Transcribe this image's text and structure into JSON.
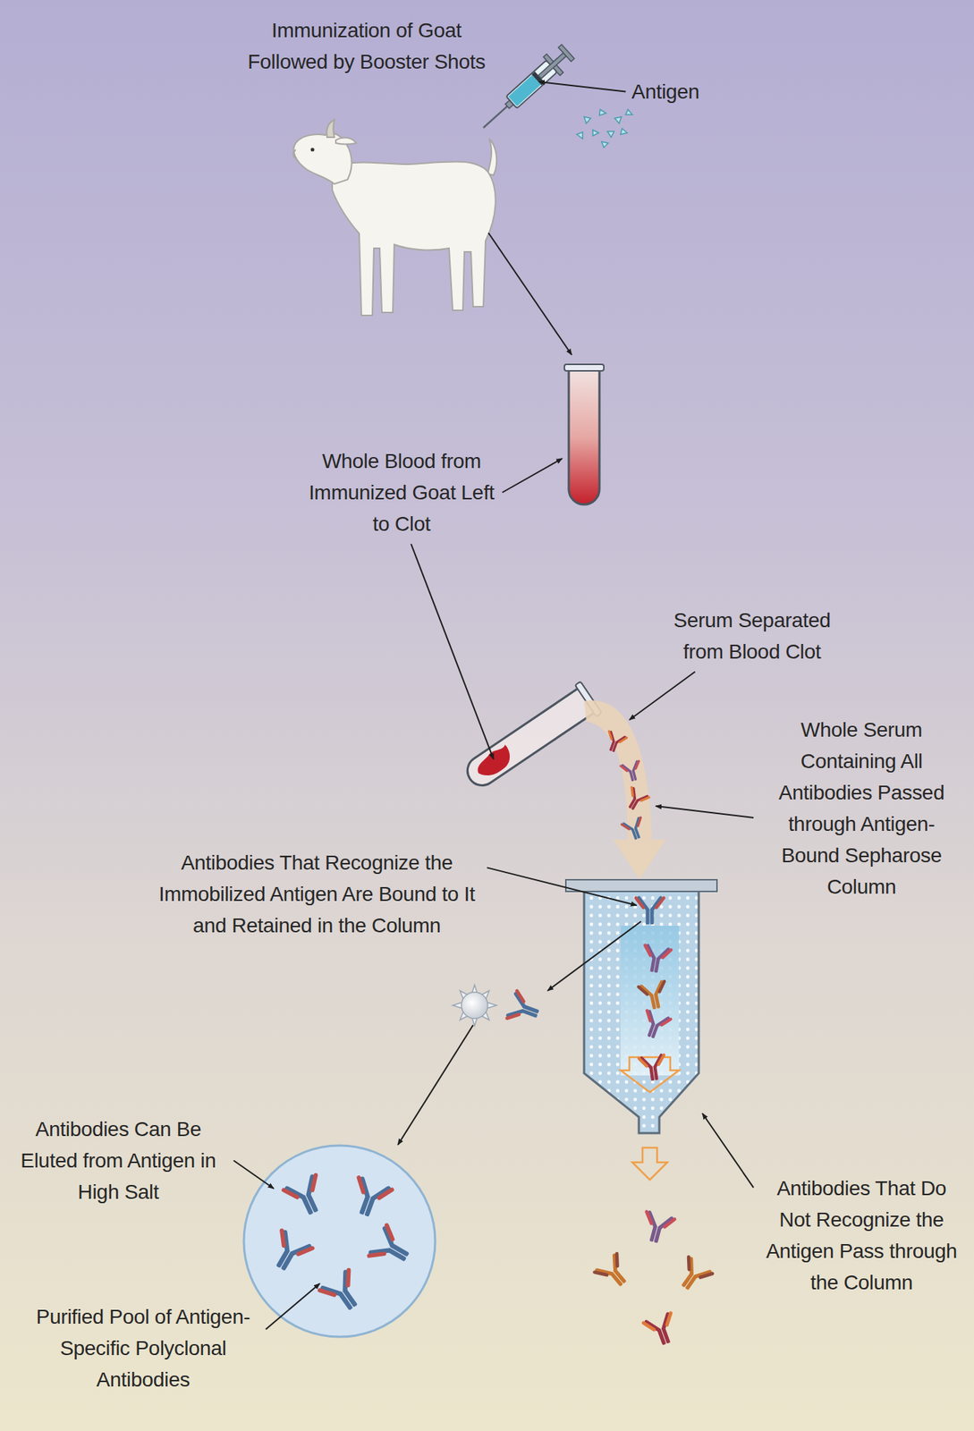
{
  "diagram": {
    "labels": [
      "Immunization of Goat Followed by Booster Shots",
      "Antigen",
      "Whole Blood from Immunized Goat Left to Clot",
      "Serum Separated from Blood Clot",
      "Whole Serum Containing All Antibodies Passed through Antigen-Bound Sepharose Column",
      "Antibodies That Recognize the Immobilized Antigen Are Bound to It and Retained in the Column",
      "Antibodies Can Be Eluted from Antigen in High Salt",
      "Antibodies That Do Not Recognize the Antigen Pass through the Column",
      "Purified Pool of Antigen-Specific Polyclonal Antibodies"
    ]
  }
}
